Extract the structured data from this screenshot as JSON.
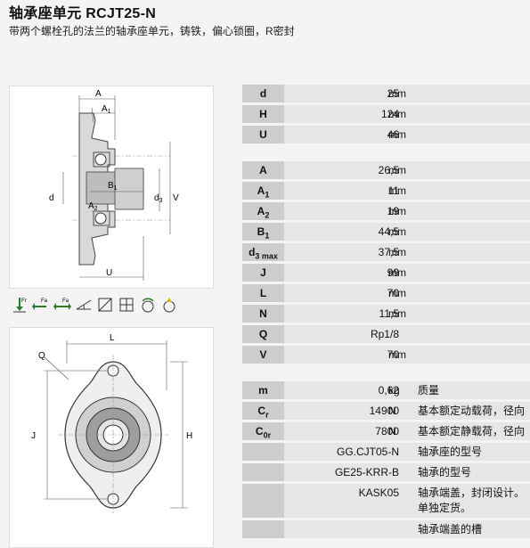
{
  "header": {
    "title": "轴承座单元 RCJT25-N",
    "subtitle": "带两个螺栓孔的法兰的轴承座单元，铸铁，偏心锁圈，R密封"
  },
  "drawing_labels": {
    "A": "A",
    "A1": "A",
    "A1_sub": "1",
    "B1": "B",
    "B1_sub": "1",
    "A2": "A",
    "A2_sub": "2",
    "d": "d",
    "d3": "d",
    "d3_sub": "3",
    "V": "V",
    "U": "U",
    "L": "L",
    "Q": "Q",
    "J": "J",
    "H": "H"
  },
  "symbols": [
    "Fr",
    "Fa",
    "Fa"
  ],
  "specs_group1": [
    {
      "key": "d",
      "value": "25",
      "unit": "mm"
    },
    {
      "key": "H",
      "value": "124",
      "unit": "mm"
    },
    {
      "key": "U",
      "value": "46",
      "unit": "mm"
    }
  ],
  "specs_group2": [
    {
      "key": "A",
      "sub": "",
      "value": "26,5",
      "unit": "mm"
    },
    {
      "key": "A",
      "sub": "1",
      "value": "11",
      "unit": "mm"
    },
    {
      "key": "A",
      "sub": "2",
      "value": "19",
      "unit": "mm"
    },
    {
      "key": "B",
      "sub": "1",
      "value": "44,5",
      "unit": "mm"
    },
    {
      "key": "d",
      "sub": "3 max",
      "value": "37,5",
      "unit": "mm"
    },
    {
      "key": "J",
      "sub": "",
      "value": "99",
      "unit": "mm"
    },
    {
      "key": "L",
      "sub": "",
      "value": "70",
      "unit": "mm"
    },
    {
      "key": "N",
      "sub": "",
      "value": "11,5",
      "unit": "mm"
    },
    {
      "key": "Q",
      "sub": "",
      "value": "Rp1/8",
      "unit": ""
    },
    {
      "key": "V",
      "sub": "",
      "value": "70",
      "unit": "mm"
    }
  ],
  "specs_group3": [
    {
      "key": "m",
      "sub": "",
      "value": "0,62",
      "unit": "kg",
      "desc": "质量"
    },
    {
      "key": "C",
      "sub": "r",
      "value": "14900",
      "unit": "N",
      "desc": "基本额定动载荷，径向"
    },
    {
      "key": "C",
      "sub": "0r",
      "value": "7800",
      "unit": "N",
      "desc": "基本额定静载荷，径向"
    }
  ],
  "part_rows": [
    {
      "code": "GG.CJT05-N",
      "desc": "轴承座的型号"
    },
    {
      "code": "GE25-KRR-B",
      "desc": "轴承的型号"
    },
    {
      "code": "KASK05",
      "desc": "轴承端盖，封闭设计。",
      "desc2": "单独定货。"
    },
    {
      "code": "",
      "desc": "轴承端盖的槽"
    }
  ]
}
